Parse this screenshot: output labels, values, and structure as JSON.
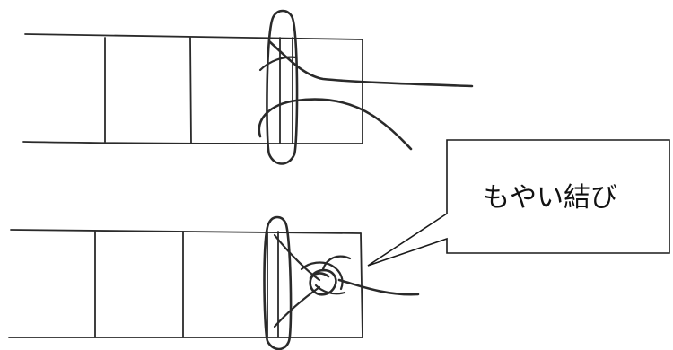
{
  "callout": {
    "label": "もやい結び"
  },
  "figures": [
    {
      "name": "ladder-with-lashing-before-tying"
    },
    {
      "name": "ladder-with-bowline-tied"
    }
  ],
  "colors": {
    "line": "#2a2a2a",
    "background": "#ffffff"
  }
}
